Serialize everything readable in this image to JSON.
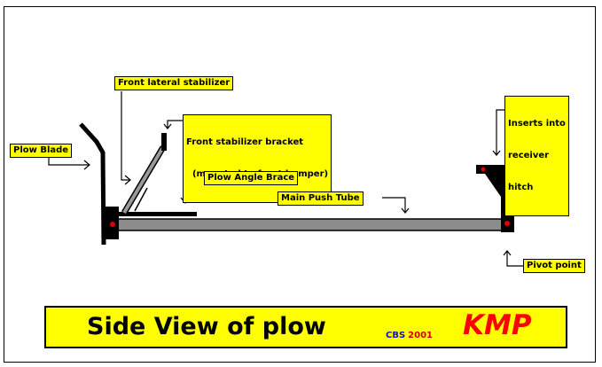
{
  "labels": {
    "front_lateral_stabilizer": "Front lateral stabilizer",
    "front_stabilizer_bracket_line1": "Front stabilizer bracket",
    "front_stabilizer_bracket_line2": "  (mounted to front bumper)",
    "plow_blade": "Plow Blade",
    "plow_angle_brace": "Plow Angle Brace",
    "main_push_tube": "Main Push Tube",
    "receiver_line1": "Inserts into",
    "receiver_line2": "receiver",
    "receiver_line3": "hitch",
    "pivot_point": "Pivot point"
  },
  "banner": {
    "title": "Side View of plow",
    "credit_initials": "CBS",
    "credit_year": "2001",
    "logo_text": "KMP"
  },
  "colors": {
    "label_fill": "#ffff00",
    "tube_fill": "#8c8c8c",
    "frame_black": "#000000",
    "pivot_red": "#e00000",
    "logo_red": "#ff0000",
    "credit_blue": "#1010c8"
  }
}
